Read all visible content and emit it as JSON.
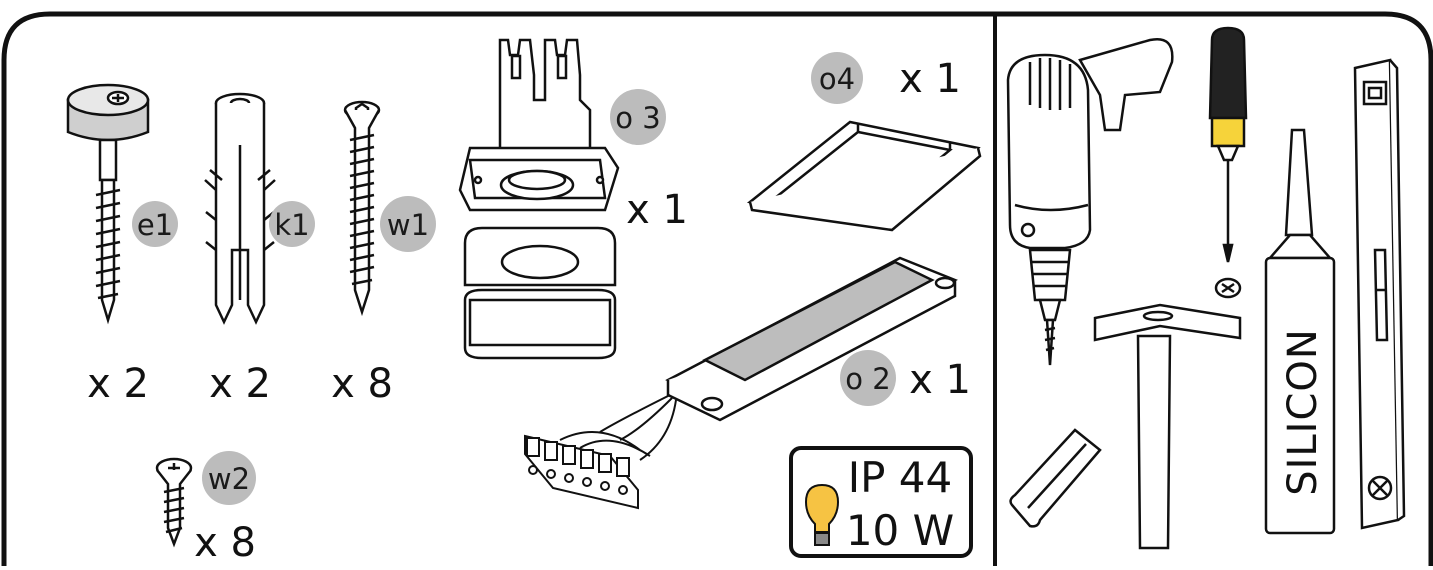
{
  "parts": {
    "e1": {
      "label": "e1",
      "qty": "x 2",
      "icon": "wood-screw-with-cap-icon"
    },
    "k1": {
      "label": "k1",
      "qty": "x 2",
      "icon": "wall-plug-anchor-icon"
    },
    "w1": {
      "label": "w1",
      "qty": "x 8",
      "icon": "hex-socket-screw-icon"
    },
    "w2": {
      "label": "w2",
      "qty": "x 8",
      "icon": "small-phillips-screw-icon"
    },
    "o3": {
      "label": "o 3",
      "qty": "x 1",
      "icon": "mounting-bracket-icon"
    },
    "o4": {
      "label": "o4",
      "qty": "x 1",
      "icon": "frame-plate-icon"
    },
    "o2": {
      "label": "o 2",
      "qty": "x 1",
      "icon": "led-driver-icon"
    }
  },
  "spec_box": {
    "ip": "IP 44",
    "power": "10 W",
    "icon": "lightbulb-icon"
  },
  "tools": {
    "silicon_text": "SILICON",
    "icons": [
      "drill-icon",
      "screwdriver-icon",
      "hammer-icon",
      "hex-key-icon",
      "silicone-cartridge-icon",
      "spirit-level-icon"
    ]
  },
  "colors": {
    "outline": "#111111",
    "badge": "#bcbcbc",
    "bulb": "#f6c343"
  }
}
